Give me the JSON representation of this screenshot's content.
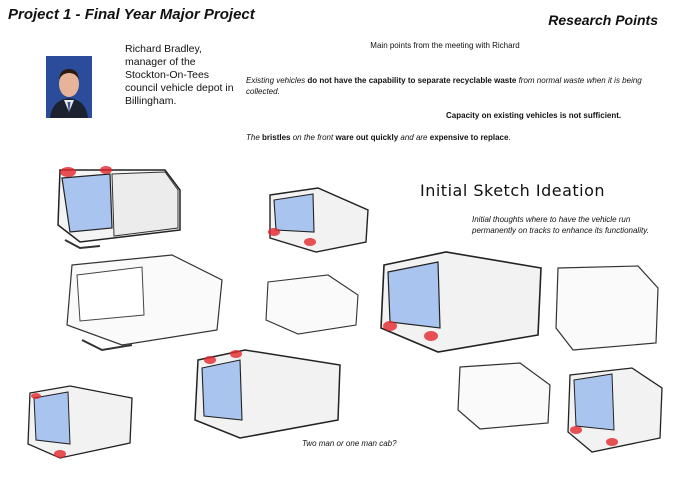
{
  "header": {
    "title": "Project 1 - Final Year Major Project",
    "research_heading": "Research Points"
  },
  "profile": {
    "bio": "Richard Bradley, manager of the Stockton-On-Tees council vehicle depot in Billingham."
  },
  "meeting": {
    "heading": "Main points from the meeting with Richard",
    "point1": {
      "a": "Existing vehicles",
      "b": "do not have the capability to separate recyclable waste",
      "c": "from normal waste when it is being collected."
    },
    "point2": "Capacity on existing vehicles is not sufficient.",
    "point3": {
      "a": "The",
      "b": "bristles",
      "c": "on the front",
      "d": "ware out quickly",
      "e": "and are",
      "f": "expensive to replace",
      "g": "."
    }
  },
  "ideation": {
    "heading": "Initial Sketch Ideation",
    "thoughts": "Initial thoughts where to have the vehicle run permanently on tracks to enhance its functionality.",
    "cab_question": "Two man or one man cab?"
  },
  "colors": {
    "glass": "#a9c4ef",
    "light": "#e2252b",
    "photo_bg": "#2a4c9a"
  }
}
